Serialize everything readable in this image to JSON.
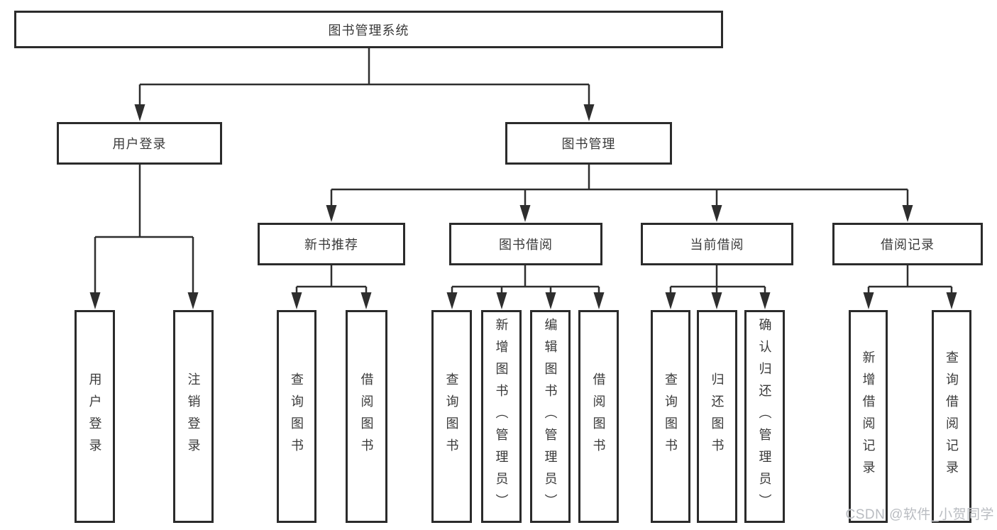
{
  "tree": {
    "label": "图书管理系统",
    "children": [
      {
        "label": "用户登录",
        "children": [
          {
            "label": "用户登录"
          },
          {
            "label": "注销登录"
          }
        ]
      },
      {
        "label": "图书管理",
        "children": [
          {
            "label": "新书推荐",
            "children": [
              {
                "label": "查询图书"
              },
              {
                "label": "借阅图书"
              }
            ]
          },
          {
            "label": "图书借阅",
            "children": [
              {
                "label": "查询图书"
              },
              {
                "label": "新增图书（管理员）"
              },
              {
                "label": "编辑图书（管理员）"
              },
              {
                "label": "借阅图书"
              }
            ]
          },
          {
            "label": "当前借阅",
            "children": [
              {
                "label": "查询图书"
              },
              {
                "label": "归还图书"
              },
              {
                "label": "确认归还（管理员）"
              }
            ]
          },
          {
            "label": "借阅记录",
            "children": [
              {
                "label": "新增借阅记录"
              },
              {
                "label": "查询借阅记录"
              }
            ]
          }
        ]
      }
    ]
  },
  "watermark": "CSDN @软件_小贺同学",
  "colors": {
    "line": "#2e2e2e",
    "border": "#2b2b2b",
    "text": "#3a3a3a",
    "watermark": "#b9bcc1",
    "background": "#ffffff"
  }
}
